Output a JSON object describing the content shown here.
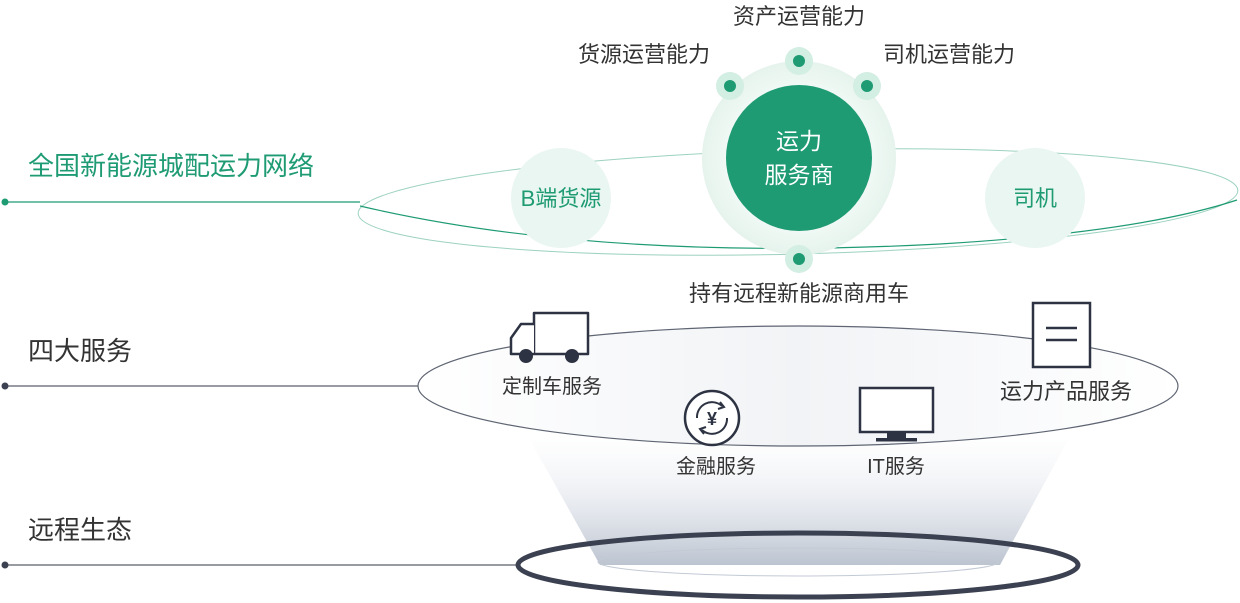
{
  "layers": {
    "network": {
      "title": "全国新能源城配运力网络",
      "hub": {
        "line1": "运力",
        "line2": "服务商"
      },
      "left_node": "B端货源",
      "right_node": "司机",
      "capabilities": {
        "top": "资产运营能力",
        "left": "货源运营能力",
        "right": "司机运营能力",
        "bottom": "持有远程新能源商用车"
      }
    },
    "services": {
      "title": "四大服务",
      "items": {
        "custom_vehicle": "定制车服务",
        "transport_product": "运力产品服务",
        "finance": "金融服务",
        "it": "IT服务"
      }
    },
    "ecosystem": {
      "title": "远程生态"
    }
  },
  "colors": {
    "brand_green": "#1f9b74",
    "light_green": "#eaf6f1",
    "dark_text": "#333333",
    "icon_navy": "#2d3342",
    "line_grey": "#5a5f6a"
  },
  "icons": [
    "truck-icon",
    "document-icon",
    "yen-exchange-icon",
    "monitor-icon"
  ]
}
